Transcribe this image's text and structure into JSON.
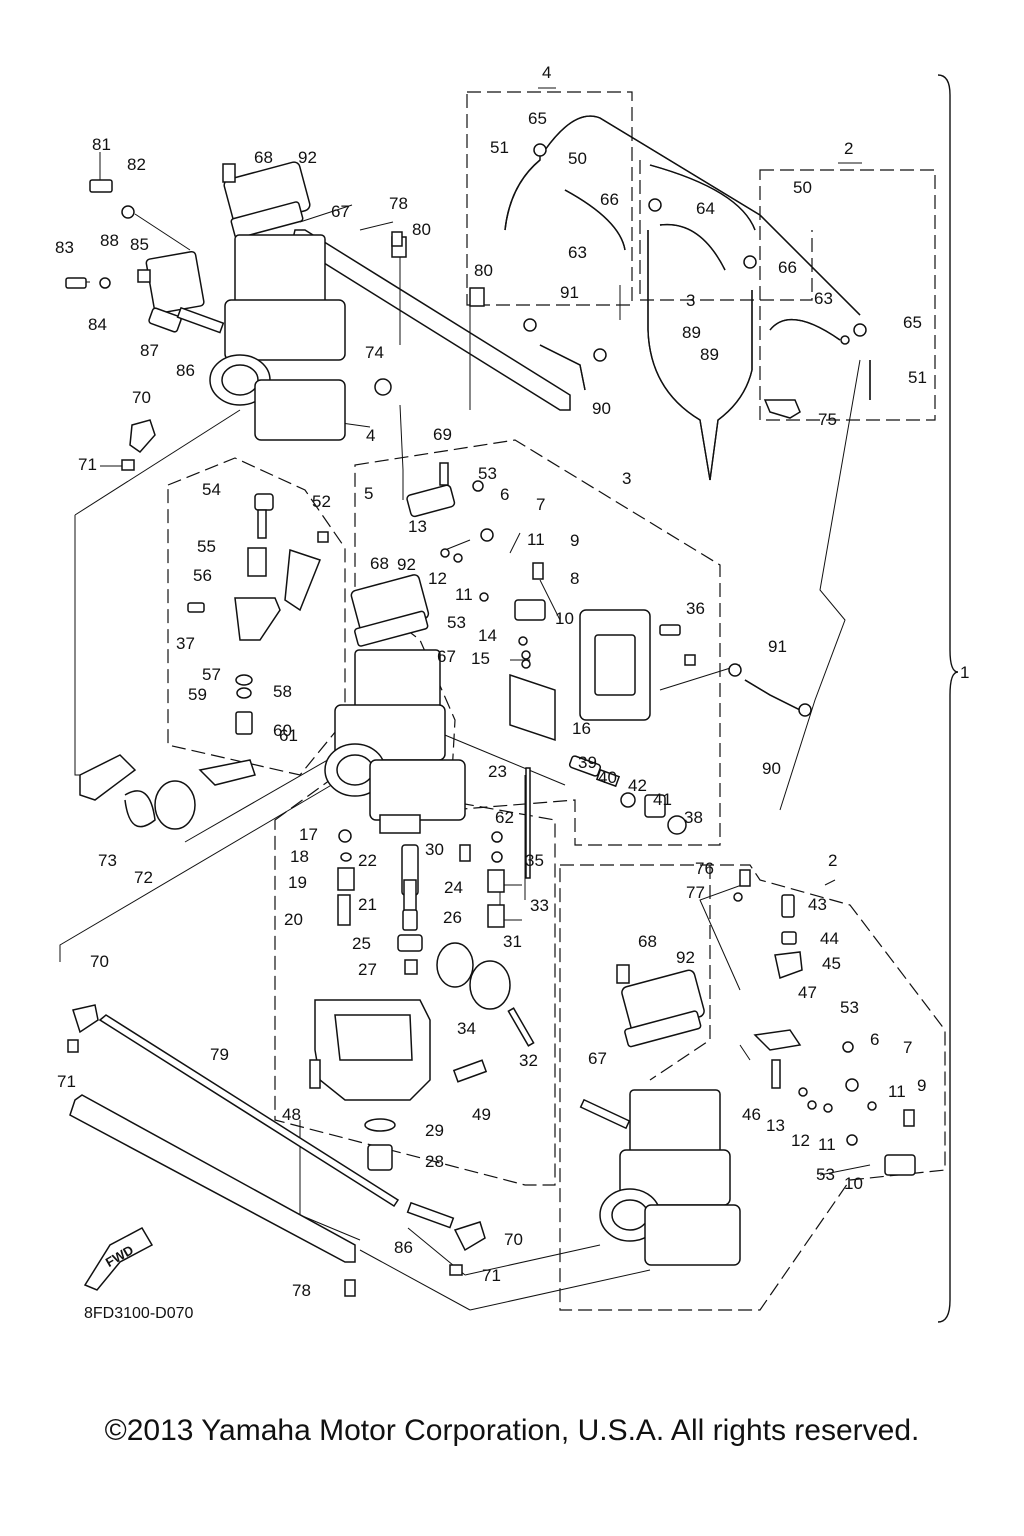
{
  "diagram_code": "8FD3100-D070",
  "fwd_badge": "FWD",
  "copyright": "©2013 Yamaha Motor Corporation, U.S.A. All rights reserved.",
  "callouts": {
    "c1": "1",
    "c2a": "2",
    "c2b": "2",
    "c3a": "3",
    "c3b": "3",
    "c4a": "4",
    "c4b": "4",
    "c5": "5",
    "c6a": "6",
    "c6b": "6",
    "c7a": "7",
    "c7b": "7",
    "c8": "8",
    "c9a": "9",
    "c9b": "9",
    "c10a": "10",
    "c10b": "10",
    "c11a": "11",
    "c11b": "11",
    "c11c": "11",
    "c12a": "12",
    "c12b": "12",
    "c13a": "13",
    "c13b": "13",
    "c14": "14",
    "c15": "15",
    "c16": "16",
    "c17": "17",
    "c18": "18",
    "c19": "19",
    "c20": "20",
    "c21": "21",
    "c22": "22",
    "c23": "23",
    "c24": "24",
    "c25": "25",
    "c26": "26",
    "c27": "27",
    "c28": "28",
    "c29": "29",
    "c30": "30",
    "c31": "31",
    "c32": "32",
    "c33": "33",
    "c34": "34",
    "c35": "35",
    "c36": "36",
    "c37": "37",
    "c38": "38",
    "c39": "39",
    "c40": "40",
    "c41": "41",
    "c42": "42",
    "c43": "43",
    "c44": "44",
    "c45": "45",
    "c46": "46",
    "c47": "47",
    "c48": "48",
    "c49": "49",
    "c50a": "50",
    "c50b": "50",
    "c51a": "51",
    "c51b": "51",
    "c52": "52",
    "c53a": "53",
    "c53b": "53",
    "c53c": "53",
    "c53d": "53",
    "c54": "54",
    "c55": "55",
    "c56": "56",
    "c57": "57",
    "c58": "58",
    "c59": "59",
    "c60": "60",
    "c61": "61",
    "c62": "62",
    "c63a": "63",
    "c63b": "63",
    "c64": "64",
    "c65a": "65",
    "c65b": "65",
    "c66a": "66",
    "c66b": "66",
    "c67a": "67",
    "c67b": "67",
    "c67c": "67",
    "c68a": "68",
    "c68b": "68",
    "c68c": "68",
    "c69": "69",
    "c70a": "70",
    "c70b": "70",
    "c70c": "70",
    "c71a": "71",
    "c71b": "71",
    "c71c": "71",
    "c72": "72",
    "c73": "73",
    "c74": "74",
    "c75": "75",
    "c76": "76",
    "c77": "77",
    "c78a": "78",
    "c78b": "78",
    "c79": "79",
    "c80a": "80",
    "c80b": "80",
    "c81": "81",
    "c82": "82",
    "c83": "83",
    "c84": "84",
    "c85": "85",
    "c86a": "86",
    "c86b": "86",
    "c87": "87",
    "c88": "88",
    "c89a": "89",
    "c89b": "89",
    "c90a": "90",
    "c90b": "90",
    "c91a": "91",
    "c91b": "91",
    "c92a": "92",
    "c92b": "92",
    "c92c": "92"
  }
}
